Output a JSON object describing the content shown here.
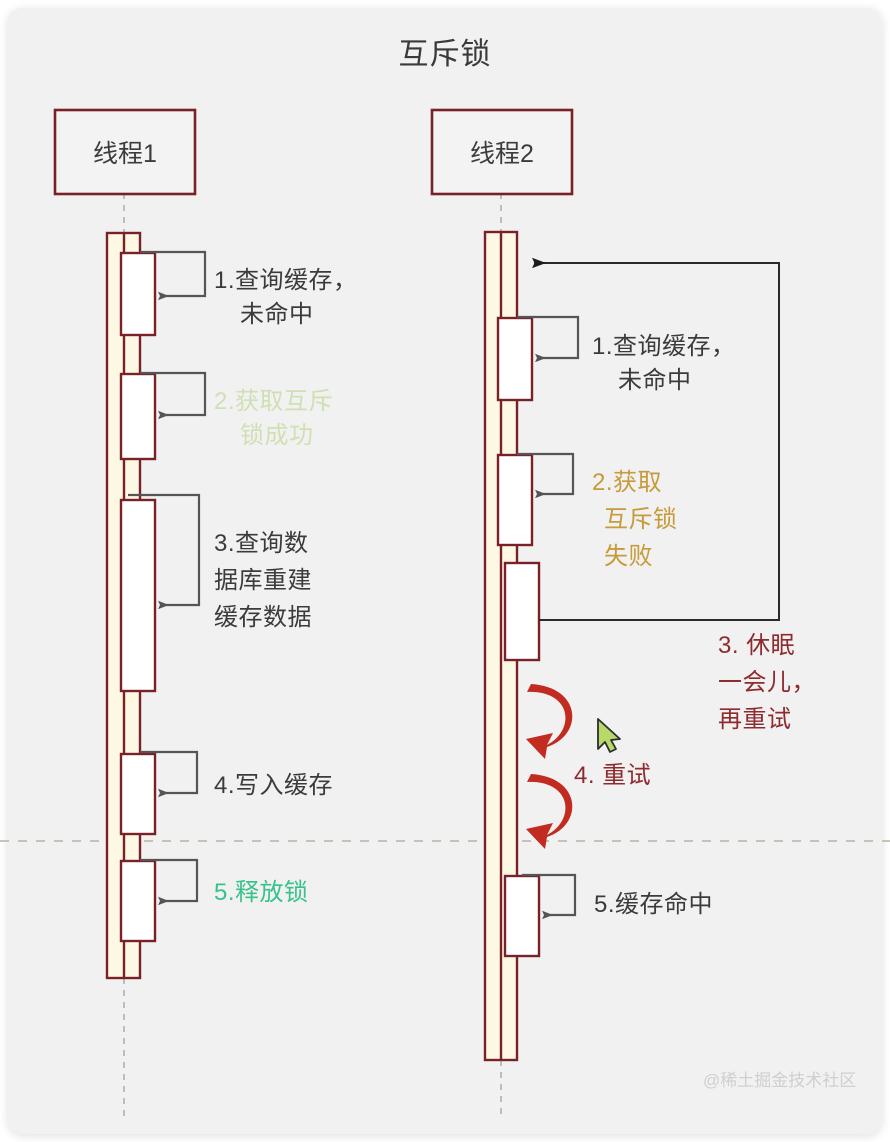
{
  "diagram": {
    "title": "互斥锁",
    "type": "sequence-diagram",
    "watermark": "@稀土掘金技术社区",
    "colors": {
      "card_bg": "#f1f1f1",
      "lifeline_fill": "#fdf8e3",
      "lifeline_border": "#7a2128",
      "activation_fill": "#ffffff",
      "arrow": "#555555",
      "retry_arrow": "#c22b20",
      "note_dark": "#3b3b3b",
      "note_green_pale": "#cfe0b4",
      "note_green": "#36c28a",
      "note_gold": "#c79a3a",
      "note_red": "#8e2b2e",
      "dashed_divider": "#b9b2a0",
      "cursor_fill": "#b8d96a"
    },
    "participants": [
      {
        "id": "thread1",
        "label": "线程1"
      },
      {
        "id": "thread2",
        "label": "线程2"
      }
    ],
    "lanes": [
      {
        "participant": "线程1",
        "steps": [
          {
            "num": "1.",
            "text": "查询缓存，\n未命中",
            "color": "note_dark"
          },
          {
            "num": "2.",
            "text": "获取互斥\n锁成功",
            "color": "note_green_pale"
          },
          {
            "num": "3.",
            "text": "查询数\n据库重建\n缓存数据",
            "color": "note_dark"
          },
          {
            "num": "4.",
            "text": "写入缓存",
            "color": "note_dark"
          },
          {
            "num": "5.",
            "text": "释放锁",
            "color": "note_green"
          }
        ]
      },
      {
        "participant": "线程2",
        "steps": [
          {
            "num": "1.",
            "text": "查询缓存，\n未命中",
            "color": "note_dark"
          },
          {
            "num": "2.",
            "text": "获取\n互斥锁\n失败",
            "color": "note_gold"
          },
          {
            "num": "3.",
            "text": "休眠\n一会儿，\n再重试",
            "color": "note_red"
          },
          {
            "num": "4.",
            "text": "重试",
            "color": "note_red"
          },
          {
            "num": "5.",
            "text": "缓存命中",
            "color": "note_dark"
          }
        ]
      }
    ],
    "notes": {
      "l1_line1": "1.查询缓存，",
      "l1_line2": "未命中",
      "l2_line1": "2.获取互斥",
      "l2_line2": "锁成功",
      "l3_line1": "3.查询数",
      "l3_line2": "据库重建",
      "l3_line3": "缓存数据",
      "l4_line1": "4.写入缓存",
      "l5_line1": "5.释放锁",
      "r1_line1": "1.查询缓存，",
      "r1_line2": "未命中",
      "r2_line1": "2.获取",
      "r2_line2": "互斥锁",
      "r2_line3": "失败",
      "r3_line1": "3. 休眠",
      "r3_line2": "一会儿，",
      "r3_line3": "再重试",
      "r4_line1": "4. 重试",
      "r5_line1": "5.缓存命中"
    }
  }
}
